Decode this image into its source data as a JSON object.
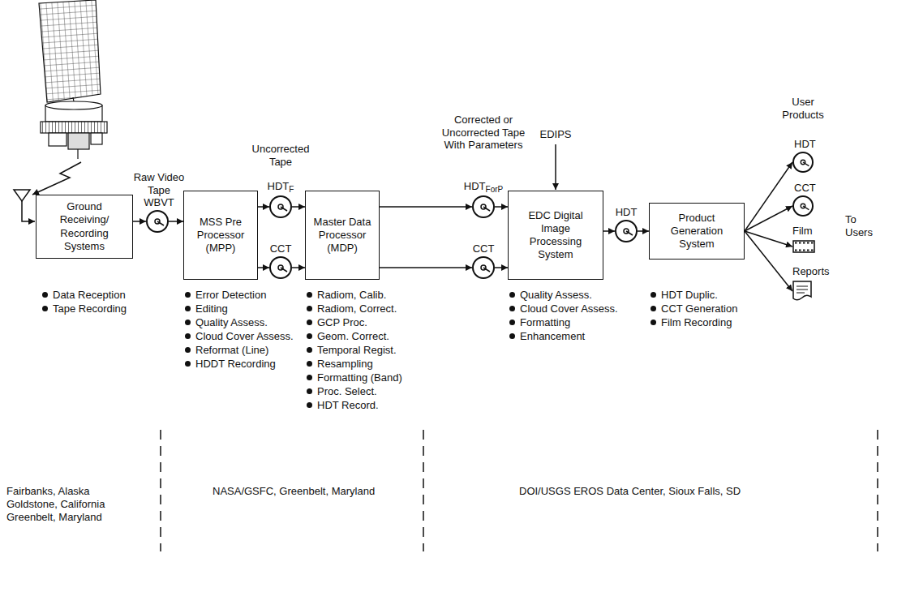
{
  "diagram": {
    "nodes": [
      {
        "text": [
          "Ground Receiving/ Recording Systems"
        ]
      },
      {
        "text": [
          "Raw Video Tape WBVT"
        ]
      },
      {
        "text": [
          "MSS Pre Processor (MPP)"
        ]
      },
      {
        "text": [
          "HDT",
          "F"
        ]
      },
      {
        "text": [
          "CCT"
        ]
      },
      {
        "text": [
          "Master Data Processor (MDP)"
        ]
      },
      {
        "text": [
          "HDT",
          "ForP"
        ]
      },
      {
        "text": [
          "CCT"
        ]
      },
      {
        "text": [
          "EDC Digital Image Processing System"
        ]
      },
      {
        "text": [
          "HDT"
        ]
      },
      {
        "text": [
          "Product Generation System"
        ]
      },
      {
        "text": [
          "HDT"
        ]
      },
      {
        "text": [
          "CCT"
        ]
      },
      {
        "text": [
          "Film"
        ]
      },
      {
        "text": [
          "Reports"
        ]
      }
    ],
    "edges": [
      {
        "from": 0,
        "to": 1,
        "arrow": "to"
      },
      {
        "from": 1,
        "to": 2,
        "arrow": "to"
      },
      {
        "from": 2,
        "to": 3,
        "arrow": "to"
      },
      {
        "from": 2,
        "to": 4,
        "arrow": "to"
      },
      {
        "from": 3,
        "to": 5,
        "arrow": "to"
      },
      {
        "from": 4,
        "to": 5,
        "arrow": "to"
      },
      {
        "from": 5,
        "to": 6,
        "arrow": "to"
      },
      {
        "from": 5,
        "to": 7,
        "arrow": "to"
      },
      {
        "from": 6,
        "to": 8,
        "arrow": "to"
      },
      {
        "from": 7,
        "to": 8,
        "arrow": "to"
      },
      {
        "from": 8,
        "to": 9,
        "arrow": "to"
      },
      {
        "from": 9,
        "to": 10,
        "arrow": "to"
      },
      {
        "from": 10,
        "to": 11,
        "arrow": "to"
      },
      {
        "from": 10,
        "to": 12,
        "arrow": "to"
      },
      {
        "from": 10,
        "to": 13,
        "arrow": "to"
      },
      {
        "from": 10,
        "to": 14,
        "arrow": "to"
      }
    ],
    "labels": [
      "Uncorrected Tape",
      "Corrected or Uncorrected Tape With Parameters",
      "EDIPS",
      "User Products",
      "To Users",
      "Data Reception",
      "Tape Recording",
      "Error Detection",
      "Editing",
      "Quality Assess.",
      "Cloud Cover Assess.",
      "Reformat (Line)",
      "HDDT Recording",
      "Radiom, Calib.",
      "Radiom, Correct.",
      "GCP Proc.",
      "Geom. Correct.",
      "Temporal Regist.",
      "Resampling",
      "Formatting (Band)",
      "Proc. Select.",
      "HDT Record.",
      "Quality Assess.",
      "Cloud Cover Assess.",
      "Formatting",
      "Enhancement",
      "HDT Duplic.",
      "CCT Generation",
      "Film Recording",
      "Fairbanks, Alaska",
      "Goldstone, California",
      "Greenbelt, Maryland",
      "NASA/GSFC, Greenbelt, Maryland",
      "DOI/USGS EROS Data Center, Sioux Falls, SD"
    ]
  }
}
